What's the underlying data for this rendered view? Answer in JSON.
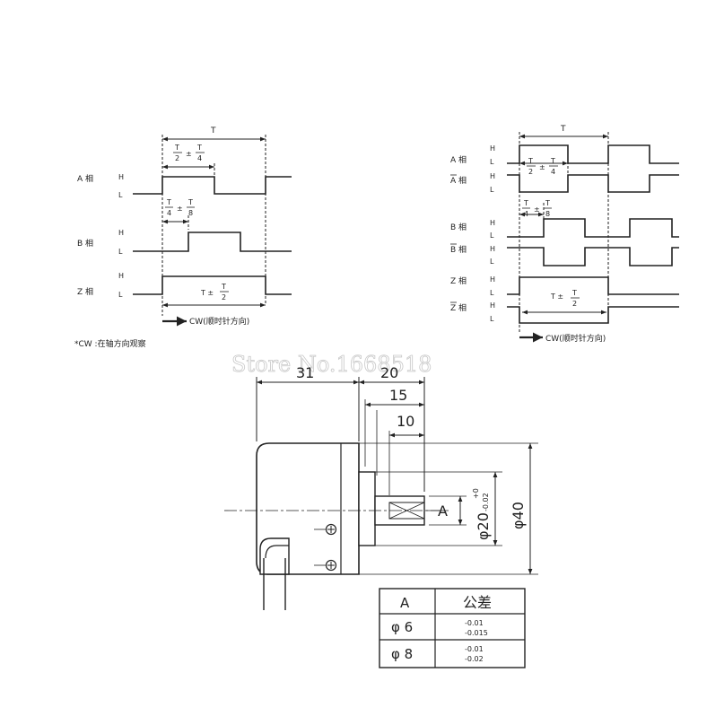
{
  "left_timing": {
    "period": "T",
    "phase_a": "A 相",
    "phase_b": "B 相",
    "phase_z": "Z 相",
    "high": "H",
    "low": "L",
    "frac_t": "T",
    "frac_2": "2",
    "frac_4": "4",
    "frac_8": "8",
    "pm": "±",
    "z_width_prefix": "T ±",
    "direction": "CW(顺时针方向)",
    "note": "*CW :在轴方向观察"
  },
  "right_timing": {
    "period": "T",
    "phase_a": "A 相",
    "phase_a_bar": "A 相",
    "phase_b": "B 相",
    "phase_b_bar": "B 相",
    "phase_z": "Z 相",
    "phase_z_bar": "Z 相",
    "high": "H",
    "low": "L",
    "frac_t": "T",
    "frac_2": "2",
    "frac_4": "4",
    "frac_8": "8",
    "pm": "±",
    "z_width_prefix": "T ±",
    "direction": "CW(顺时针方向)"
  },
  "watermark": "Store No.1668518",
  "drawing": {
    "dim_body_length": "31",
    "dim_shaft_total": "20",
    "dim_shaft_15": "15",
    "dim_shaft_10": "10",
    "shaft_label": "A",
    "flange_dia": "φ20",
    "tol_upper": "+0",
    "tol_lower": "-0.02",
    "body_dia": "φ40"
  },
  "tolerance_table": {
    "headers": [
      "A",
      "公差"
    ],
    "rows": [
      {
        "size": "φ 6",
        "upper": "-0.01",
        "lower": "-0.015"
      },
      {
        "size": "φ 8",
        "upper": "-0.01",
        "lower": "-0.02"
      }
    ]
  }
}
